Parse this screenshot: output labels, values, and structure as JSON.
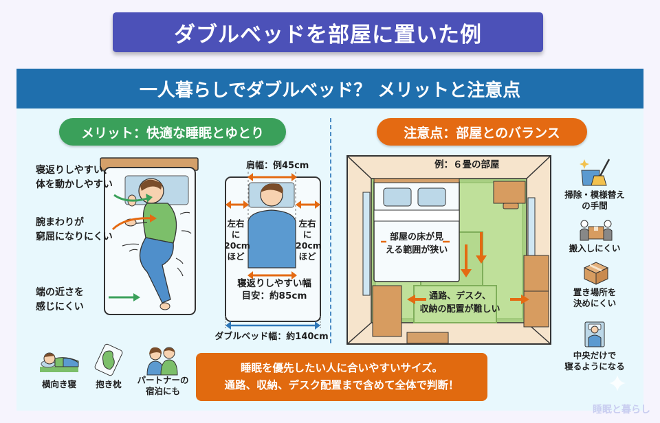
{
  "page_title": "ダブルベッドを部屋に置いた例",
  "infographic": {
    "heading": "一人暮らしでダブルベッド？ メリットと注意点",
    "merits": {
      "pill": "メリット：快適な睡眠とゆとり",
      "labels": [
        {
          "line1": "寝返りしやすい、",
          "line2": "体を動かしやすい",
          "arrow_color": "#3aa05a"
        },
        {
          "line1": "腕まわりが",
          "line2": "窮屈になりにくい",
          "arrow_color": "#e46a12"
        },
        {
          "line1": "端の近さを",
          "line2": "感じにくい",
          "arrow_color": "#3aa05a"
        }
      ],
      "width_diagram": {
        "shoulder": "肩幅：例45cm",
        "left_margin": [
          "左右に",
          "20cm",
          "ほど"
        ],
        "right_margin": [
          "左右に",
          "20cm",
          "ほど"
        ],
        "turn_width_1": "寝返りしやすい幅",
        "turn_width_2": "目安：約85cm",
        "bed_width": "ダブルベッド幅：約140cm"
      },
      "use_cases": [
        {
          "icon": "side-sleeper-icon",
          "label": "横向き寝"
        },
        {
          "icon": "body-pillow-icon",
          "label": "抱き枕"
        },
        {
          "icon": "couple-icon",
          "label1": "パートナーの",
          "label2": "宿泊にも"
        }
      ]
    },
    "cautions": {
      "pill": "注意点：部屋とのバランス",
      "room": {
        "title": "例：６畳の部屋",
        "floor_note_1": "部屋の床が見",
        "floor_note_2": "える範囲が狭い",
        "layout_note_1": "通路、デスク、",
        "layout_note_2": "収納の配置が難しい"
      },
      "side_items": [
        {
          "icon": "cleaning-icon",
          "line1": "掃除・模様替え",
          "line2": "の手間"
        },
        {
          "icon": "moving-icon",
          "line1": "搬入しにくい",
          "line2": ""
        },
        {
          "icon": "box-icon",
          "line1": "置き場所を",
          "line2": "決めにくい"
        },
        {
          "icon": "center-sleep-icon",
          "line1": "中央だけで",
          "line2": "寝るようになる"
        }
      ]
    },
    "banner": {
      "line1": "睡眠を優先したい人に合いやすいサイズ。",
      "line2": "通路、収納、デスク配置まで含めて全体で判断！"
    },
    "watermark": "睡眠と暮らし"
  },
  "colors": {
    "title_bg": "#4c51b8",
    "header_bg": "#1f6fad",
    "panel_bg": "#e8f8fd",
    "green": "#3aa05a",
    "orange": "#e46a12",
    "blue_arrow": "#2f78b8"
  }
}
